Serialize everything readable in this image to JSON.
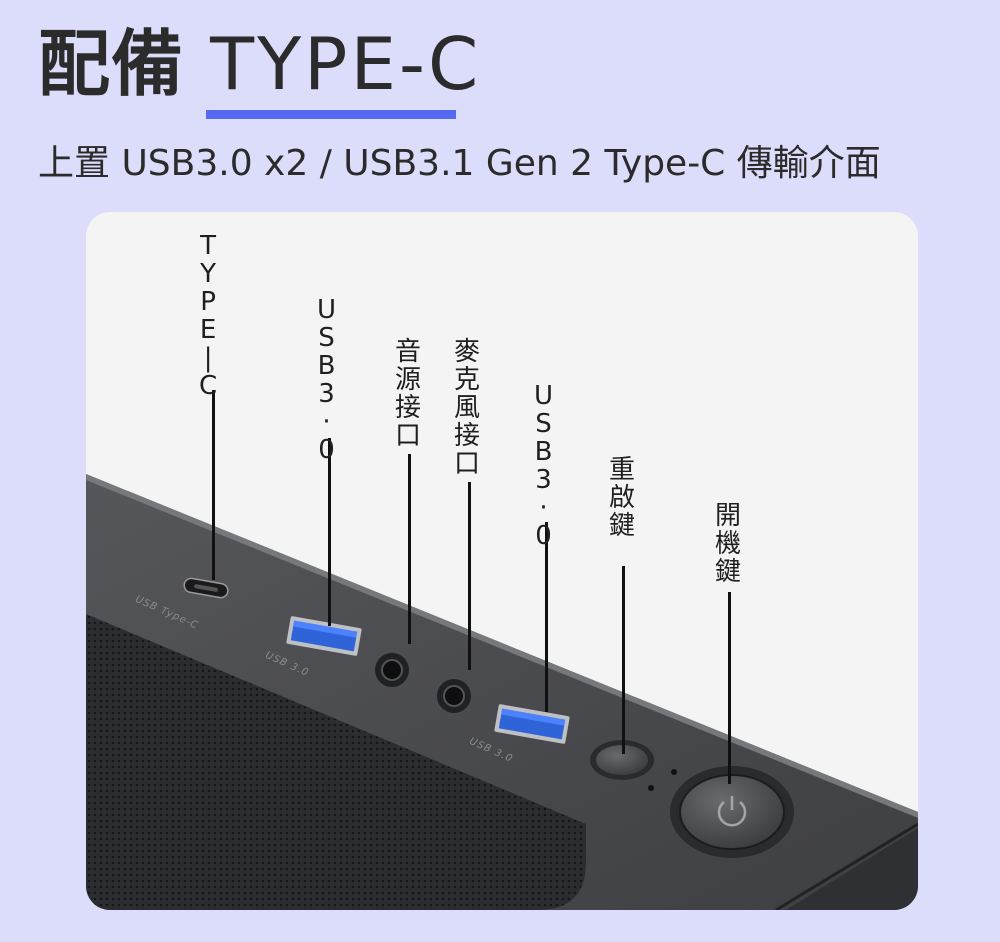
{
  "heading": {
    "title_cjk": "配備",
    "title_latin": "TYPE-C",
    "subtitle": "上置 USB3.0 x2 / USB3.1 Gen 2 Type-C 傳輸介面"
  },
  "callouts": {
    "type_c": [
      "T",
      "Y",
      "P",
      "E",
      "|",
      "C"
    ],
    "usb_a": [
      "U",
      "S",
      "B",
      "3",
      "·",
      "0"
    ],
    "audio": [
      "音",
      "源",
      "接",
      "口"
    ],
    "mic": [
      "麥",
      "克",
      "風",
      "接",
      "口"
    ],
    "usb_b": [
      "U",
      "S",
      "B",
      "3",
      "·",
      "0"
    ],
    "reset": [
      "重",
      "啟",
      "鍵"
    ],
    "power": [
      "開",
      "機",
      "鍵"
    ]
  },
  "panel_prints": {
    "type_c": "USB Type-C",
    "usb_a": "USB 3.0",
    "usb_b": "USB 3.0"
  },
  "colors": {
    "background": "#dcdcfb",
    "accent": "#5468f2",
    "case": "#4a4b4e",
    "usb_blue": "#2f63d8"
  }
}
